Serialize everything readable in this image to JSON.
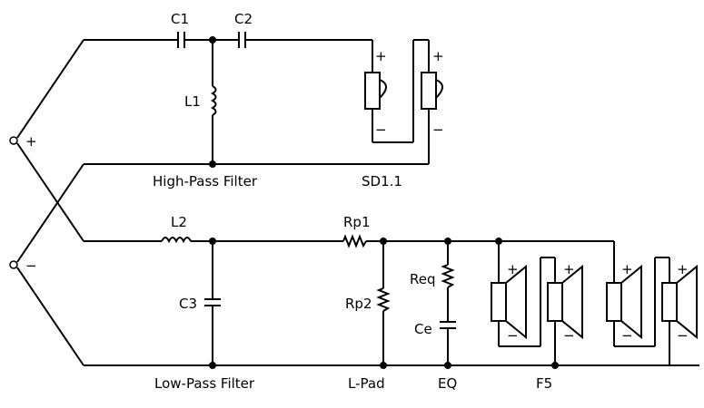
{
  "labels": {
    "c1": "C1",
    "c2": "C2",
    "l1": "L1",
    "hp_filter": "High-Pass Filter",
    "sd": "SD1.1",
    "l2": "L2",
    "rp1": "Rp1",
    "rp2": "Rp2",
    "c3": "C3",
    "req": "Req",
    "ce": "Ce",
    "lp_filter": "Low-Pass Filter",
    "lpad": "L-Pad",
    "eq": "EQ",
    "f5": "F5",
    "input_plus": "+",
    "input_minus": "−",
    "plus": "+",
    "minus": "−"
  }
}
